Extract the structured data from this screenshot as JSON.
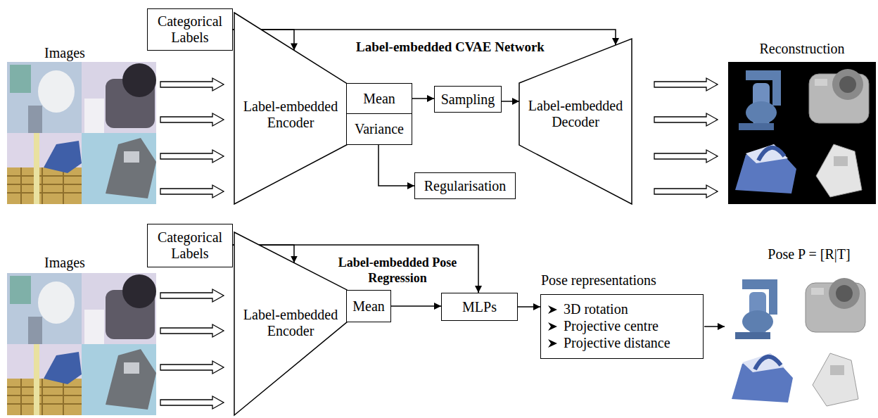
{
  "diagram": {
    "nodes": [
      {
        "text": [
          "Categorical Labels"
        ]
      },
      {
        "text": [
          "Label-embedded Encoder"
        ]
      },
      {
        "text": [
          "Mean"
        ]
      },
      {
        "text": [
          "Variance"
        ]
      },
      {
        "text": [
          "Sampling"
        ]
      },
      {
        "text": [
          "Regularisation"
        ]
      },
      {
        "text": [
          "Label-embedded Decoder"
        ]
      },
      {
        "text": [
          "Categorical Labels"
        ]
      },
      {
        "text": [
          "Label-embedded Encoder"
        ]
      },
      {
        "text": [
          "Mean"
        ]
      },
      {
        "text": [
          "MLPs"
        ]
      },
      {
        "text": [
          "Pose representations",
          "3D rotation",
          "Projective centre",
          "Projective distance"
        ]
      }
    ],
    "edges": [
      {
        "from": 0,
        "to": 1,
        "arrow": "to"
      },
      {
        "from": 0,
        "to": 6,
        "arrow": "to"
      },
      {
        "from": 2,
        "to": 4,
        "arrow": "to"
      },
      {
        "from": 3,
        "to": 5,
        "arrow": "to"
      },
      {
        "from": 4,
        "to": 6,
        "arrow": "to"
      },
      {
        "from": 7,
        "to": 8,
        "arrow": "to"
      },
      {
        "from": 7,
        "to": 10,
        "arrow": "to"
      },
      {
        "from": 9,
        "to": 10,
        "arrow": "to"
      },
      {
        "from": 10,
        "to": 11,
        "arrow": "to"
      }
    ],
    "labels": [
      "Images",
      "Label-embedded CVAE Network",
      "Reconstruction",
      "Images",
      "Label-embedded Pose Regression",
      "Pose P = [R|T]"
    ]
  }
}
